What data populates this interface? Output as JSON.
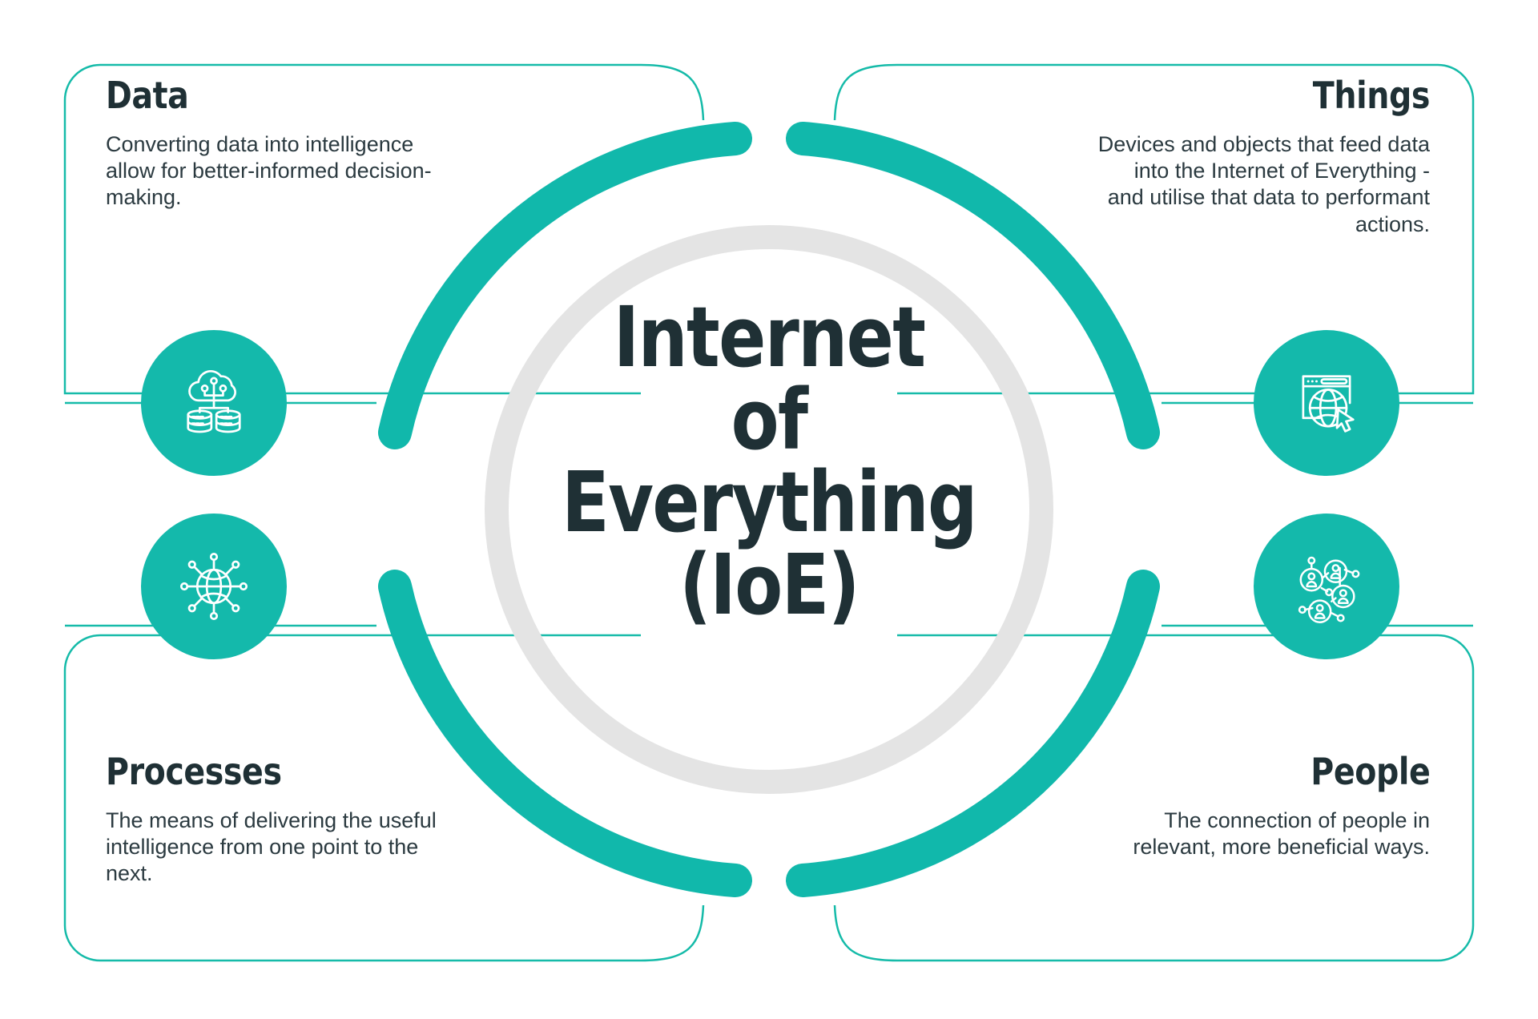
{
  "center": {
    "title_lines": [
      "Internet",
      "of",
      "Everything",
      "(IoE)"
    ],
    "full_title": "Internet of Everything (IoE)"
  },
  "colors": {
    "teal": "#14b9ab",
    "teal_border": "#16bba9",
    "ring_gray": "#e4e4e4",
    "heading": "#1f3035",
    "body_text": "#2b3a40",
    "background": "#ffffff"
  },
  "panels": [
    {
      "id": "data",
      "title": "Data",
      "body": "Converting data into intelligence allow for better-informed decision-making.",
      "icon": "cloud-database-icon",
      "position": "top-left"
    },
    {
      "id": "things",
      "title": "Things",
      "body": "Devices and objects that feed data into the Internet of Everything - and utilise that data to performant actions.",
      "icon": "browser-globe-cursor-icon",
      "position": "top-right"
    },
    {
      "id": "processes",
      "title": "Processes",
      "body": "The means of delivering the useful intelligence from one point to the next.",
      "icon": "network-globe-icon",
      "position": "bottom-left"
    },
    {
      "id": "people",
      "title": "People",
      "body": "The connection of people in relevant, more beneficial ways.",
      "icon": "people-network-icon",
      "position": "bottom-right"
    }
  ],
  "diagram": {
    "type": "hub-and-spoke",
    "hub_label": "Internet of Everything (IoE)",
    "spoke_count": 4,
    "spokes": [
      "Data",
      "Things",
      "Processes",
      "People"
    ],
    "ring_arcs": 4
  }
}
